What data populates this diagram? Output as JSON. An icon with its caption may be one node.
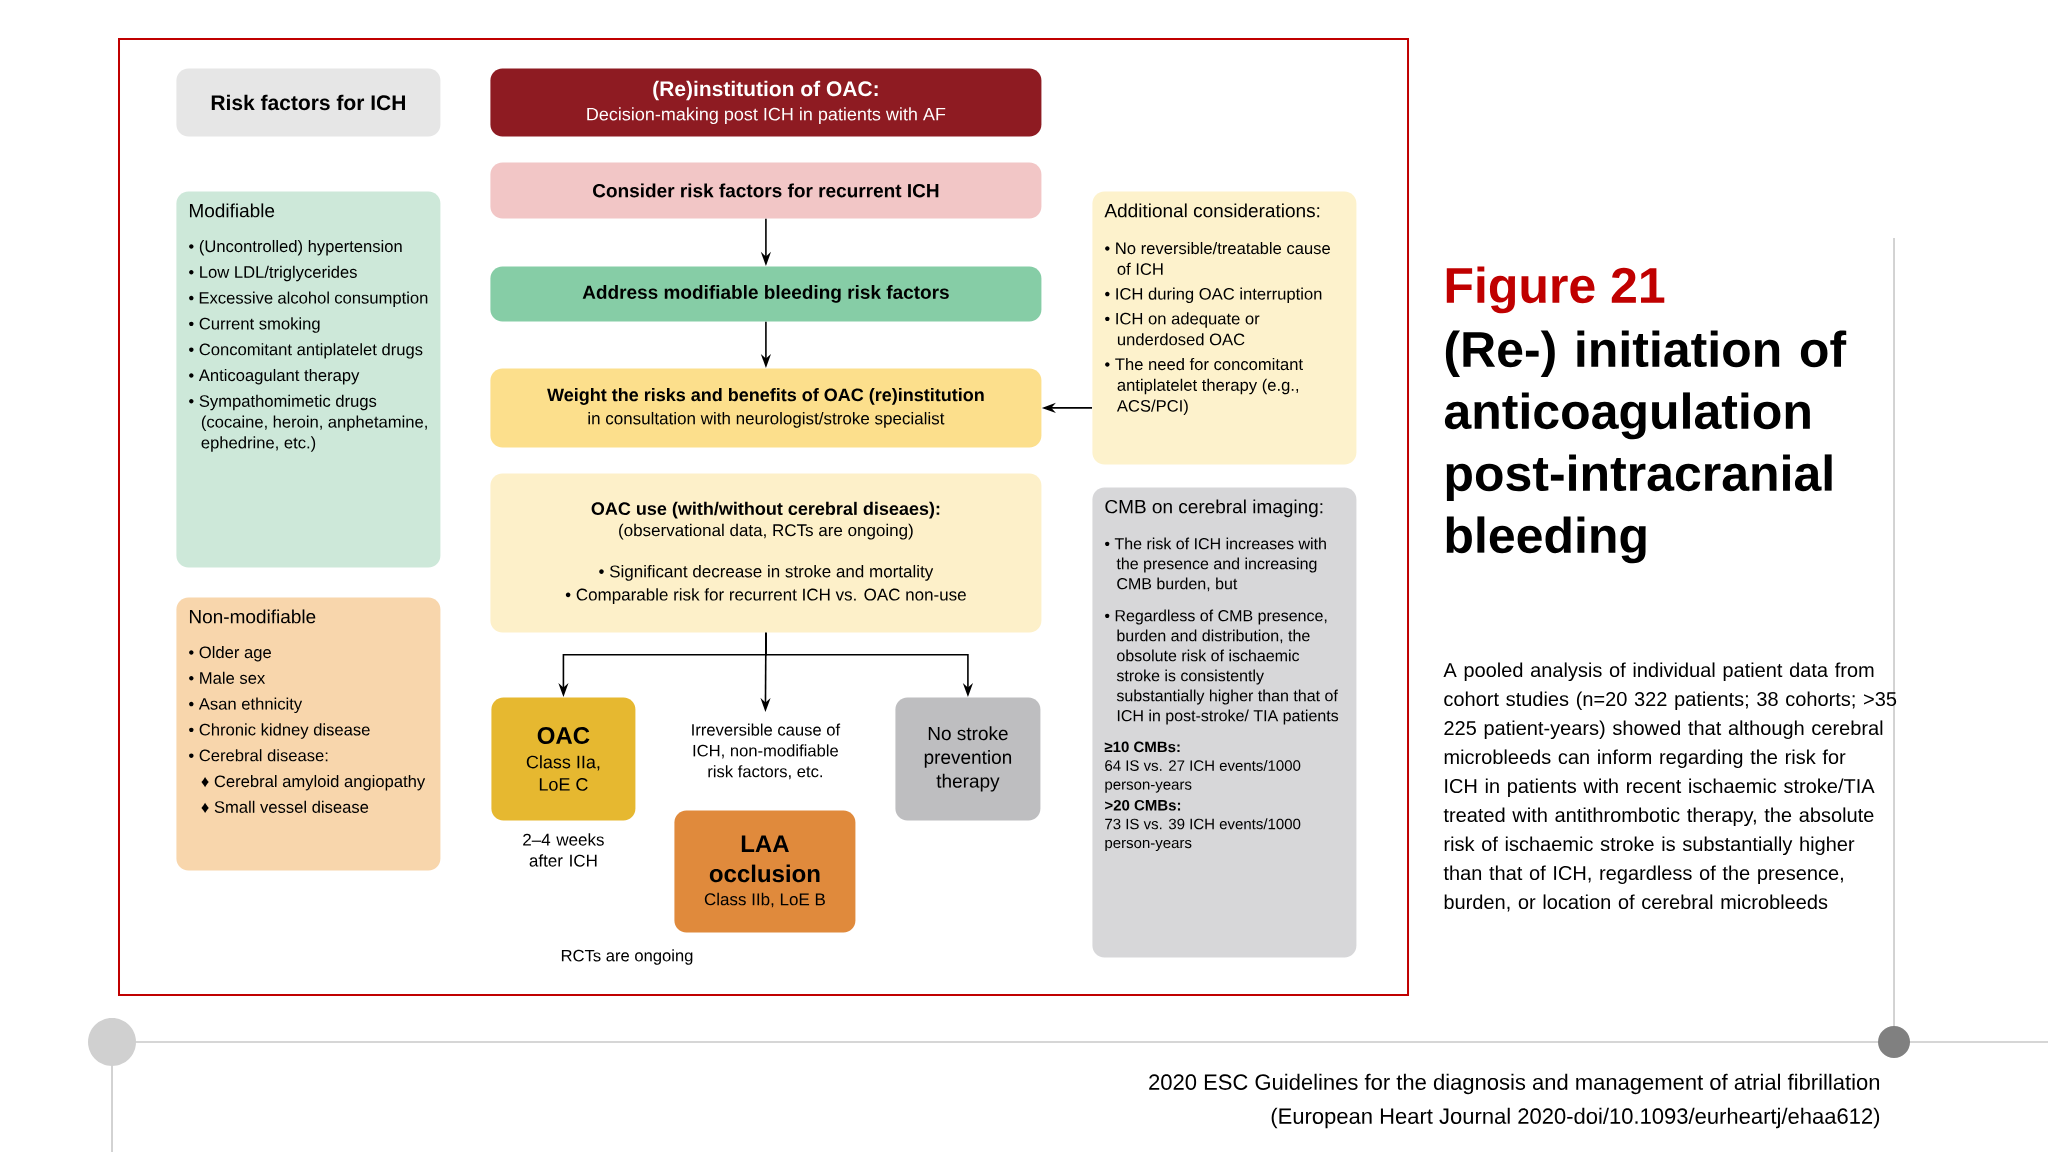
{
  "diagram": {
    "title": "(Re-) initiation of anticoagulation post-intracranial bleeding",
    "caption": "A pooled analysis of individual patient data from cohort studies (n=20 322 patients; 38 cohorts; >35 225 patient-years) showed that although cerebral microbleeds can inform regarding the risk for ICH in patients with recent ischaemic stroke/TIA treated with antithrombotic therapy, the absolute risk of ischaemic stroke is substantially higher than that of ICH, regardless of the presence, burden, or location of cerebral microbleeds",
    "nodes": [
      {
        "text": [
          "Risk factors for ICH"
        ]
      },
      {
        "text": [
          "Modifiable",
          "• (Uncontrolled) hypertension",
          "• Low LDL/triglycerides",
          "• Excessive alcohol consumption",
          "• Current smoking",
          "• Concomitant antiplatelet drugs",
          "• Anticoagulant therapy",
          "• Sympathomimetic drugs (cocaine, heroin, anphetamine, ephedrine, etc.)"
        ]
      },
      {
        "text": [
          "Non-modifiable",
          "• Older age",
          "• Male sex",
          "• Asan ethnicity",
          "• Chronic kidney disease",
          "• Cerebral disease:",
          "♦ Cerebral amyloid angiopathy",
          "♦ Small vessel disease"
        ]
      },
      {
        "text": [
          "(Re)institution of OAC:",
          "Decision-making post ICH in patients with AF"
        ]
      },
      {
        "text": [
          "Consider risk factors for recurrent ICH"
        ]
      },
      {
        "text": [
          "Address modifiable bleeding risk factors"
        ]
      },
      {
        "text": [
          "Weight the risks and benefits of OAC (re)institution",
          "in consultation with neurologist/stroke specialist"
        ]
      },
      {
        "text": [
          "OAC use (with/without cerebral diseaes):",
          "(observational data, RCTs are ongoing)",
          "• Significant decrease in stroke and mortality",
          "• Comparable risk for recurrent ICH vs. OAC non-use"
        ]
      },
      {
        "text": [
          "Additional considerations:",
          "• No reversible/treatable cause of ICH",
          "• ICH during OAC interruption",
          "• ICH on adequate or underdosed OAC",
          "• The need for concomitant antiplatelet therapy (e.g., ACS/PCI)"
        ]
      },
      {
        "text": [
          "CMB on cerebral imaging:",
          "• The risk of ICH increases with the presence and increasing CMB burden, but",
          "• Regardless of CMB presence, burden and distribution, the obsolute risk of ischaemic stroke is consistently substantially higher than that of ICH in post-stroke/ TIA patients",
          "≥10 CMBs:",
          "64 IS vs. 27 ICH events/1000 person-years",
          ">20 CMBs:",
          "73 IS vs. 39 ICH events/1000 person-years"
        ]
      },
      {
        "text": [
          "OAC",
          "Class IIa, LoE C"
        ],
        "beside": [
          "2–4 weeks after ICH"
        ]
      },
      {
        "text": [
          "Irreversible cause of ICH, non-modifiable risk factors, etc."
        ]
      },
      {
        "text": [
          "LAA occlusion",
          "Class IIb, LoE B"
        ]
      },
      {
        "text": [
          "No stroke prevention therapy"
        ]
      }
    ],
    "edges": [
      {
        "from": 4,
        "to": 5,
        "arrow": "to"
      },
      {
        "from": 5,
        "to": 6,
        "arrow": "to"
      },
      {
        "from": 8,
        "to": 6,
        "arrow": "to"
      },
      {
        "from": 7,
        "to": 10,
        "arrow": "to"
      },
      {
        "from": 7,
        "to": 11,
        "arrow": "to"
      },
      {
        "from": 7,
        "to": 13,
        "arrow": "to"
      }
    ],
    "labels": [
      "RCTs are ongoing",
      "Figure 21",
      "2020 ESC Guidelines for the diagnosis and management of atrial fibrillation",
      "(European Heart Journal 2020-doi/10.1093/eurheartj/ehaa612)"
    ]
  }
}
